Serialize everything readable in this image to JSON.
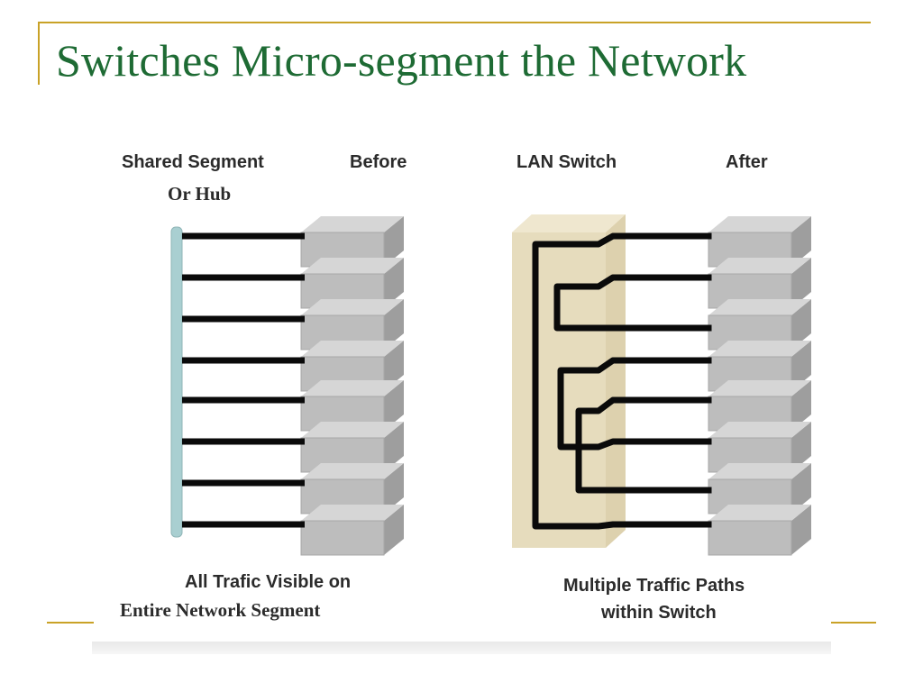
{
  "slide": {
    "title": "Switches Micro-segment the Network",
    "accent_color": "#c9a227",
    "title_color": "#1e6b34"
  },
  "diagram": {
    "left_label_1": "Shared Segment",
    "left_label_2": "Or Hub",
    "left_state": "Before",
    "right_label": "LAN Switch",
    "right_state": "After",
    "left_caption_1": "All Trafic Visible on",
    "left_caption_2": "Entire Network Segment",
    "right_caption_1": "Multiple Traffic Paths",
    "right_caption_2": "within Switch",
    "hub_color": "#a9cfd1",
    "switch_color": "#e6dcbd",
    "port_color": "#bdbdbd"
  }
}
